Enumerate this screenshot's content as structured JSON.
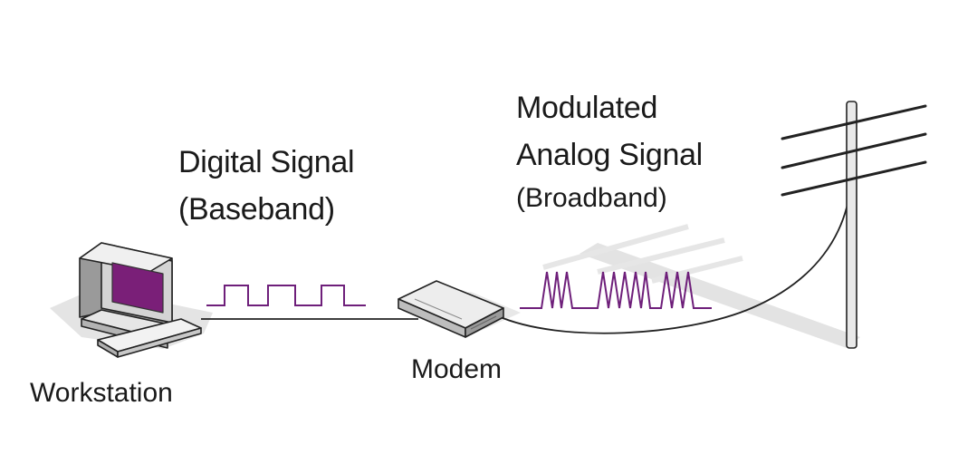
{
  "labels": {
    "digital_title": "Digital Signal",
    "digital_sub": "(Baseband)",
    "analog_title_line1": "Modulated",
    "analog_title_line2": "Analog Signal",
    "analog_sub": "(Broadband)",
    "workstation": "Workstation",
    "modem": "Modem"
  },
  "colors": {
    "signal": "#6e1f7a",
    "screen": "#7a1f78",
    "outline": "#222222",
    "shadow": "#e2e2e2",
    "device_light": "#f2f2f2",
    "device_mid": "#cfcfcf",
    "device_dark": "#9a9a9a"
  },
  "icons": [
    "workstation-icon",
    "modem-icon",
    "utility-pole-icon"
  ]
}
